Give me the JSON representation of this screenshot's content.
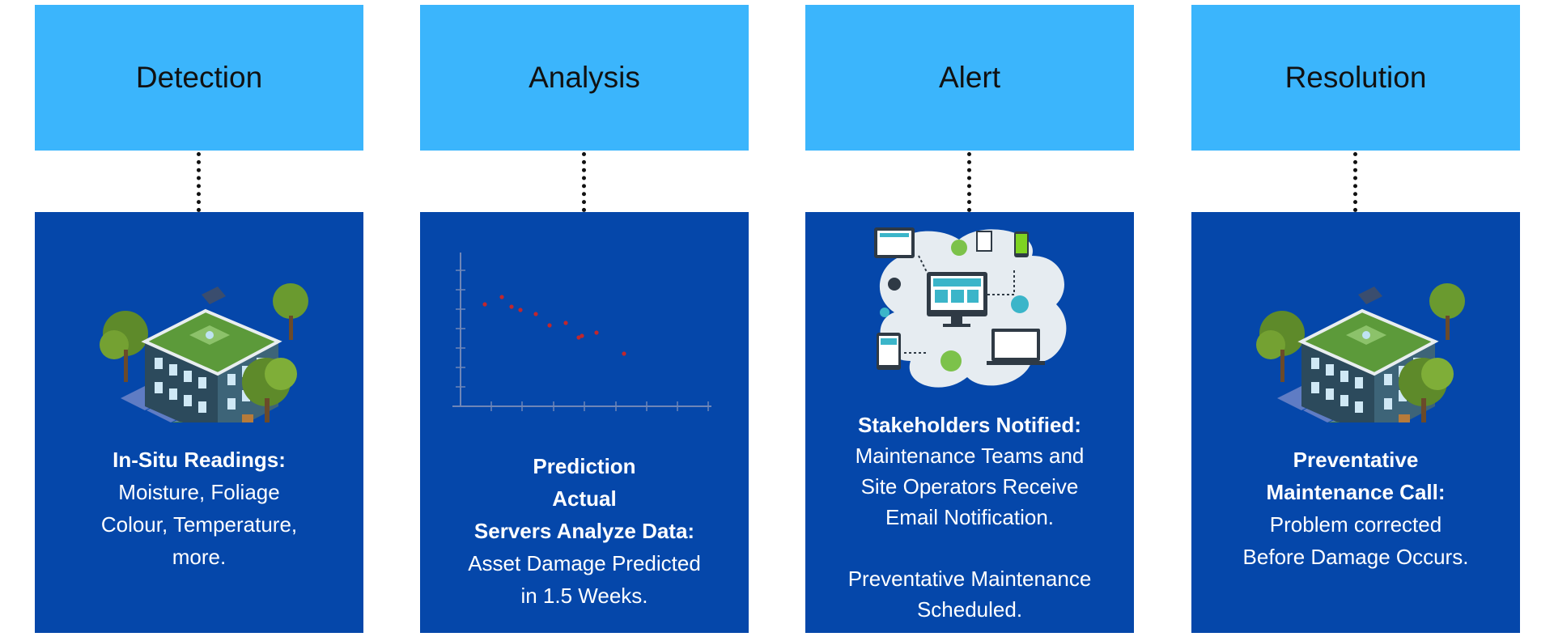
{
  "columns": [
    {
      "header": "Detection",
      "illustration": "green-roof-building-icon",
      "bold_lines": [
        "In-Situ Readings:"
      ],
      "body_lines": [
        "Moisture, Foliage",
        "Colour, Temperature,",
        "more."
      ]
    },
    {
      "header": "Analysis",
      "illustration": "scatter-plot-icon",
      "bold_lines": [
        "Prediction",
        "Actual",
        "Servers Analyze Data:"
      ],
      "body_lines": [
        "Asset Damage Predicted",
        "in 1.5 Weeks."
      ]
    },
    {
      "header": "Alert",
      "illustration": "connected-devices-icon",
      "bold_lines": [
        "Stakeholders Notified:"
      ],
      "body_lines": [
        "Maintenance Teams and",
        "Site Operators Receive",
        "Email Notification."
      ],
      "extra_lines": [
        "Preventative Maintenance",
        "Scheduled."
      ]
    },
    {
      "header": "Resolution",
      "illustration": "green-roof-building-icon",
      "bold_lines": [
        "Preventative",
        "Maintenance Call:"
      ],
      "body_lines": [
        "Problem corrected",
        "Before Damage Occurs."
      ]
    }
  ],
  "colors": {
    "header_bg": "#3bb5fc",
    "panel_bg": "#0547aa",
    "connector": "#111111",
    "text": "#ffffff",
    "plot_points": "#c0272d"
  }
}
